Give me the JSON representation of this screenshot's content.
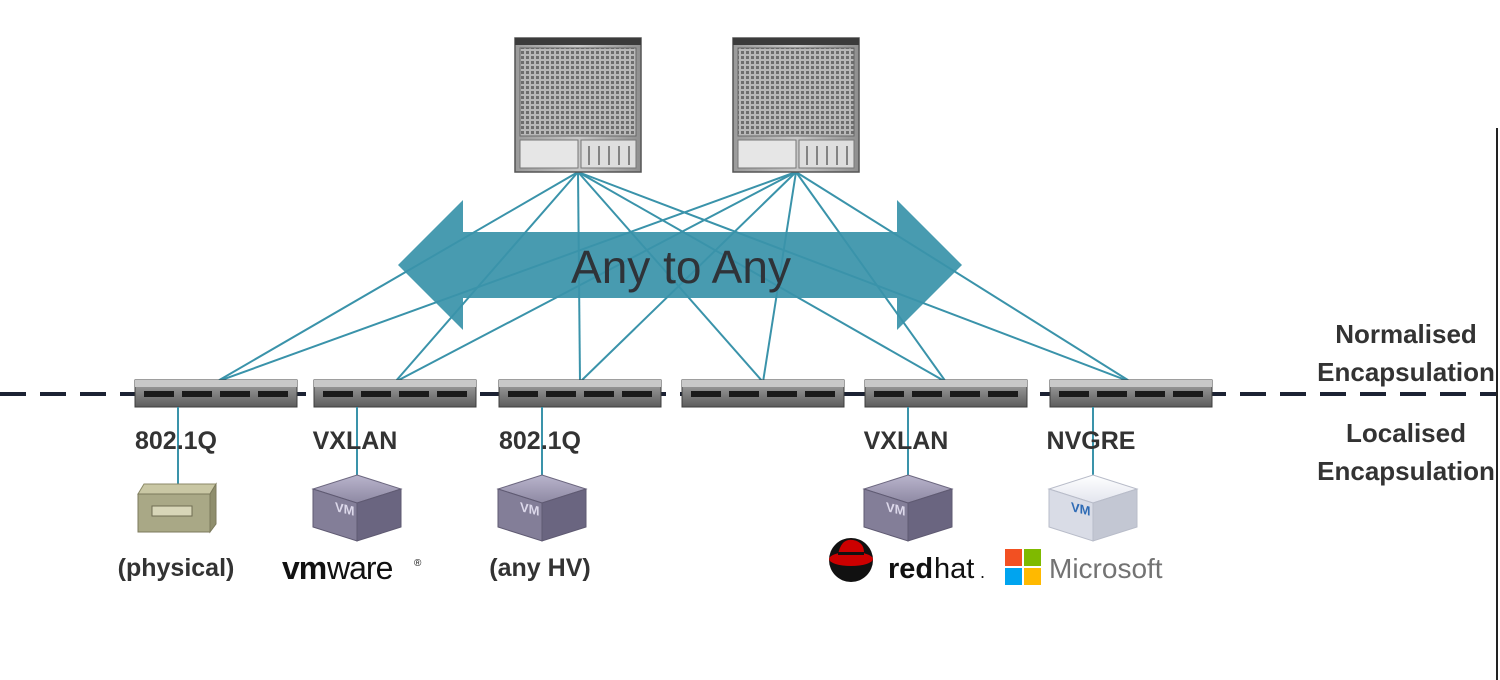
{
  "center_label": "Any to Any",
  "side_labels": {
    "upper": [
      "Normalised",
      "Encapsulation"
    ],
    "lower": [
      "Localised",
      "Encapsulation"
    ]
  },
  "colors": {
    "arrow": "#3a93aa",
    "links": "#3a93aa",
    "dashed_line": "#1c2233",
    "text": "#333333"
  },
  "spines": [
    {
      "name": "spine-switch-1",
      "icon": "chassis-switch-icon"
    },
    {
      "name": "spine-switch-2",
      "icon": "chassis-switch-icon"
    }
  ],
  "leaves": [
    {
      "encap": "802.1Q",
      "host_icon": "physical-server-icon",
      "caption": "(physical)"
    },
    {
      "encap": "VXLAN",
      "host_icon": "vm-cube-icon",
      "logo": "vmware-logo",
      "logo_parts": [
        "vm",
        "ware",
        "®"
      ]
    },
    {
      "encap": "802.1Q",
      "host_icon": "vm-cube-icon",
      "caption": "(any HV)"
    },
    {
      "encap": "",
      "host_icon": ""
    },
    {
      "encap": "VXLAN",
      "host_icon": "vm-cube-icon",
      "logo": "redhat-logo",
      "logo_parts": [
        "red",
        "hat",
        "."
      ]
    },
    {
      "encap": "NVGRE",
      "host_icon": "vm-cube-light-icon",
      "logo": "microsoft-logo",
      "logo_parts": [
        "Microsoft"
      ]
    }
  ],
  "vm_badge": "VM",
  "microsoft_colors": [
    "#f25022",
    "#7fba00",
    "#00a4ef",
    "#ffb900"
  ]
}
